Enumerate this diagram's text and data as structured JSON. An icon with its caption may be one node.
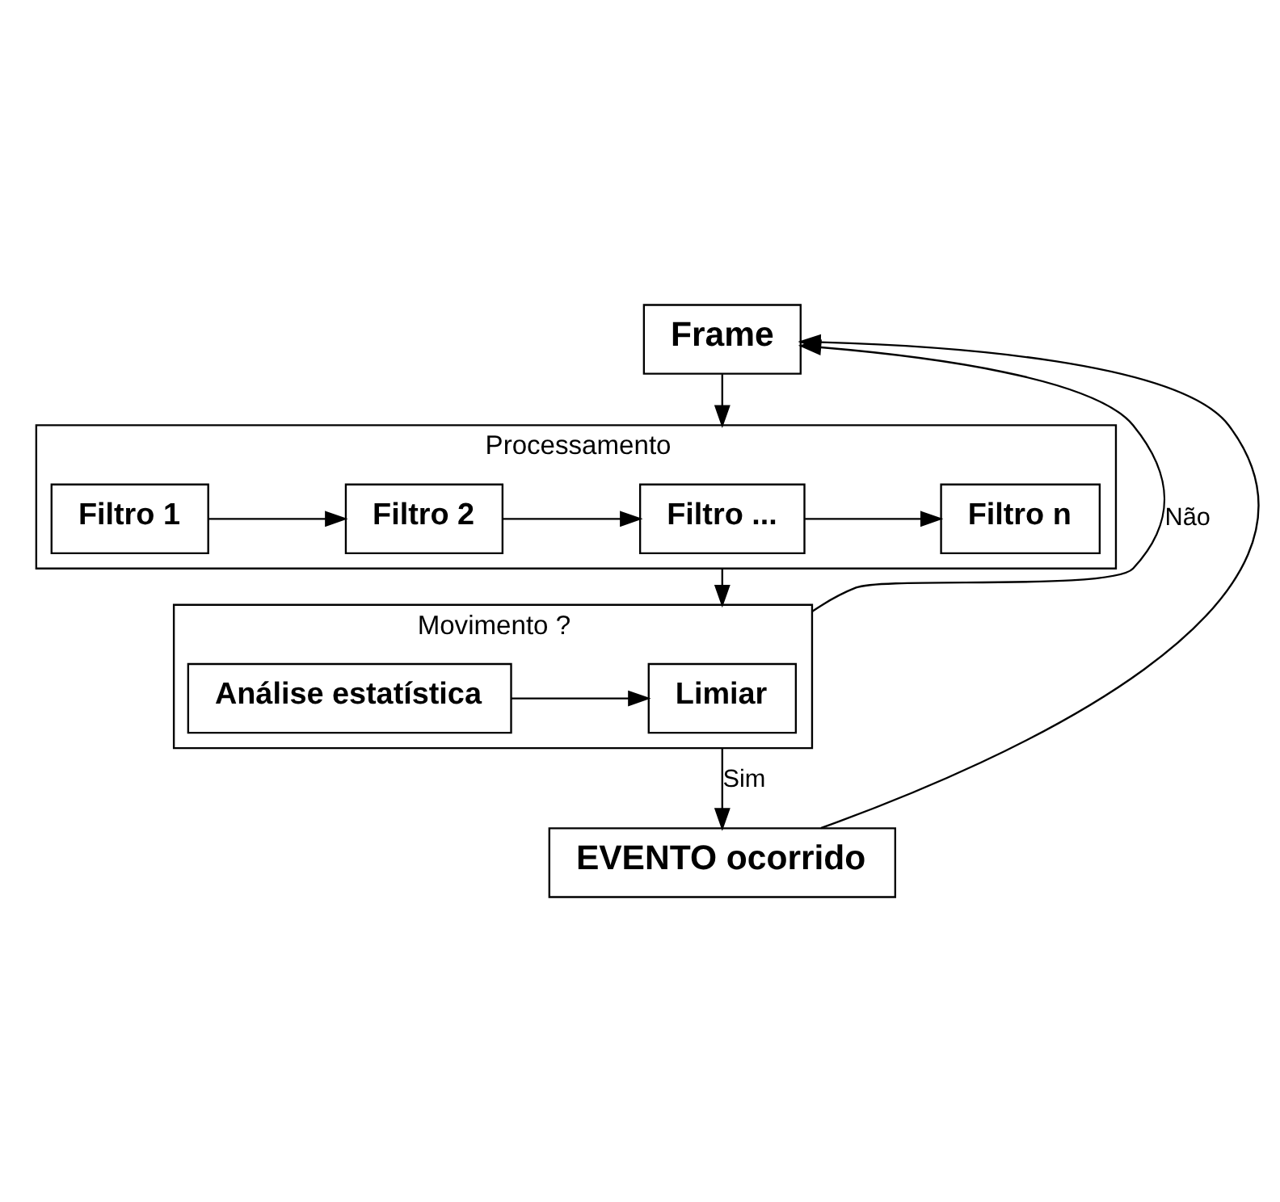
{
  "diagram": {
    "nodes": [
      {
        "text": [
          "Frame"
        ]
      },
      {
        "text": [
          "Processamento"
        ]
      },
      {
        "text": [
          "Filtro 1"
        ],
        "in": 1
      },
      {
        "text": [
          "Filtro 2"
        ],
        "in": 1
      },
      {
        "text": [
          "Filtro ..."
        ],
        "in": 1
      },
      {
        "text": [
          "Filtro n"
        ],
        "in": 1
      },
      {
        "text": [
          "Movimento ?"
        ]
      },
      {
        "text": [
          "Análise estatística"
        ],
        "in": 6
      },
      {
        "text": [
          "Limiar"
        ],
        "in": 6
      },
      {
        "text": [
          "EVENTO ocorrido"
        ]
      }
    ],
    "edges": [
      {
        "from": 0,
        "to": 1,
        "arrow": "to"
      },
      {
        "from": 2,
        "to": 3,
        "arrow": "to"
      },
      {
        "from": 3,
        "to": 4,
        "arrow": "to"
      },
      {
        "from": 4,
        "to": 5,
        "arrow": "to"
      },
      {
        "from": 1,
        "to": 6,
        "arrow": "to"
      },
      {
        "from": 7,
        "to": 8,
        "arrow": "to"
      },
      {
        "from": 6,
        "to": 9,
        "label": "Sim",
        "arrow": "to"
      },
      {
        "from": 6,
        "to": 0,
        "label": "Não",
        "arrow": "to"
      },
      {
        "from": 9,
        "to": 0,
        "arrow": "to"
      }
    ]
  }
}
